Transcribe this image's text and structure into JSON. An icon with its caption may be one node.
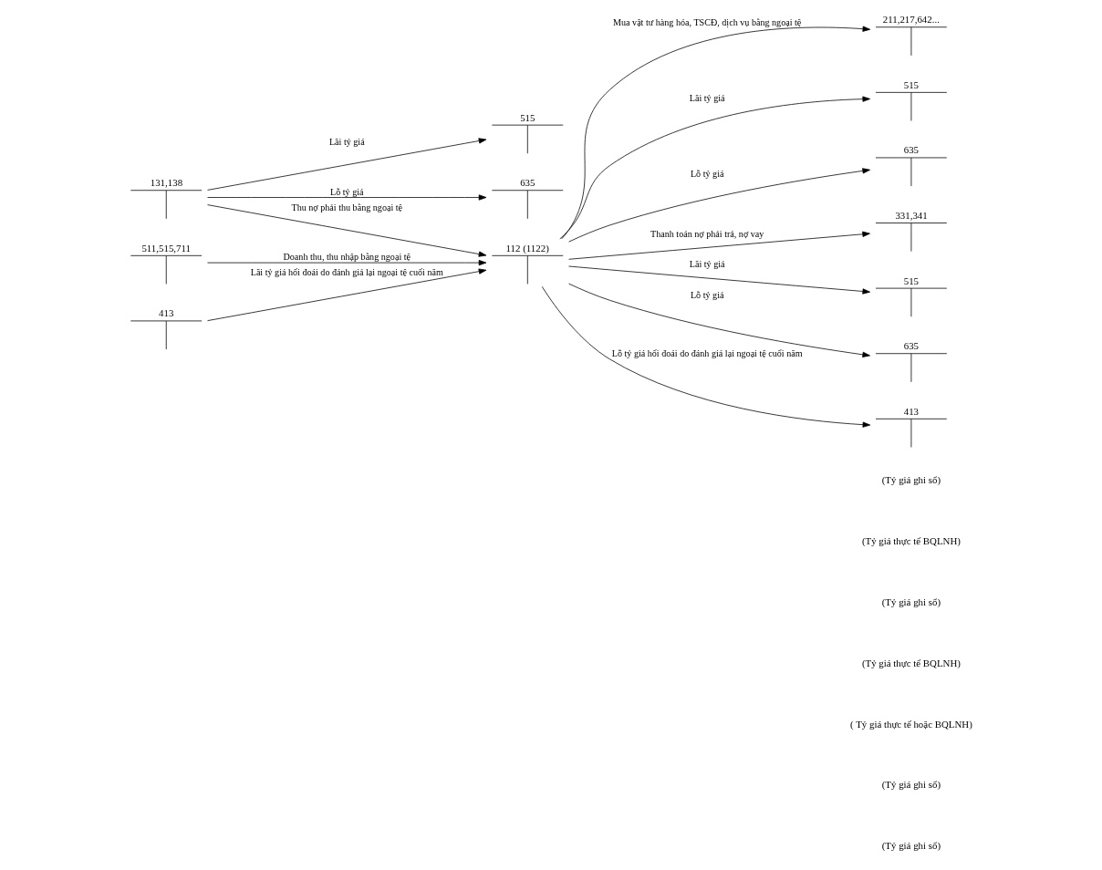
{
  "diagram": {
    "nodes": [
      {
        "text": [
          "131,138"
        ]
      },
      {
        "text": [
          "112 (1122)"
        ]
      },
      {
        "text": [
          "211,217,642..."
        ]
      },
      {
        "text": [
          "515"
        ]
      },
      {
        "text": [
          "635"
        ]
      },
      {
        "text": [
          "515"
        ]
      },
      {
        "text": [
          "635"
        ]
      },
      {
        "text": [
          "511,515,711"
        ]
      },
      {
        "text": [
          "331,341"
        ]
      },
      {
        "text": [
          "515"
        ]
      },
      {
        "text": [
          "635"
        ]
      },
      {
        "text": [
          "413"
        ]
      },
      {
        "text": [
          "413"
        ]
      }
    ],
    "edges": [
      {
        "from": 0,
        "to": 1,
        "arrow": "to",
        "label": "Thu nợ phải thu bằng ngoại tệ"
      },
      {
        "from": 0,
        "to": 3,
        "arrow": "to",
        "label": "Lãi tỷ giá"
      },
      {
        "from": 0,
        "to": 4,
        "arrow": "to",
        "label": "Lỗ tỷ giá"
      },
      {
        "from": 1,
        "to": 2,
        "arrow": "to",
        "label": "Mua vật tư hàng hóa, TSCĐ, dịch vụ bằng ngoại tệ"
      },
      {
        "from": 1,
        "to": 5,
        "arrow": "to",
        "label": "Lãi tỷ giá"
      },
      {
        "from": 1,
        "to": 6,
        "arrow": "to",
        "label": "Lỗ tỷ giá"
      },
      {
        "from": 7,
        "to": 1,
        "arrow": "to",
        "label": "Doanh thu, thu nhập bằng ngoại tệ"
      },
      {
        "from": 1,
        "to": 8,
        "arrow": "to",
        "label": "Thanh toán nợ phải trả, nợ vay"
      },
      {
        "from": 1,
        "to": 9,
        "arrow": "to",
        "label": "Lãi tỷ giá"
      },
      {
        "from": 1,
        "to": 10,
        "arrow": "to",
        "label": "Lỗ tỷ giá"
      },
      {
        "from": 11,
        "to": 1,
        "arrow": "to",
        "label": "Lãi tỷ giá hối đoái do đánh giá lại ngoại tệ cuối năm"
      },
      {
        "from": 1,
        "to": 12,
        "arrow": "to",
        "label": "Lỗ tỷ giá hối đoái do đánh giá lại ngoại tệ cuối năm"
      }
    ],
    "labels": [
      "(Tỷ giá ghi sổ)",
      "(Tỷ giá thực tế BQLNH)",
      "(Tỷ giá ghi sổ)",
      "(Tỷ giá thực tế BQLNH)",
      "( Tỷ giá thực tế hoặc BQLNH)",
      "(Tỷ giá ghi sổ)",
      "(Tỷ giá ghi sổ)"
    ]
  }
}
